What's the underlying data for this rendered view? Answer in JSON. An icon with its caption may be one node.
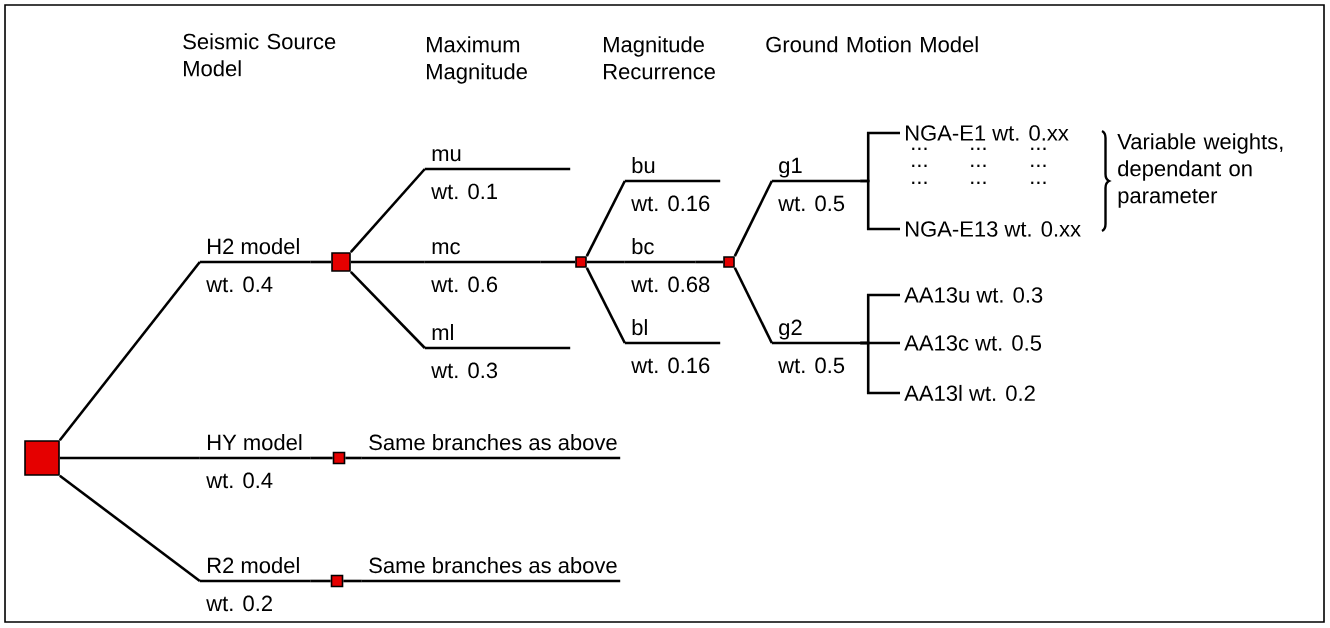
{
  "diagram": {
    "nodes": [
      {
        "text": [],
        "shape": "box"
      },
      {
        "text": [
          "H2 model",
          "wt. 0.4"
        ]
      },
      {
        "text": [
          "HY model",
          "wt. 0.4"
        ]
      },
      {
        "text": [
          "R2 model",
          "wt. 0.2"
        ]
      },
      {
        "text": [],
        "shape": "box"
      },
      {
        "text": [],
        "shape": "box"
      },
      {
        "text": [],
        "shape": "box"
      },
      {
        "text": [
          "mu",
          "wt. 0.1"
        ]
      },
      {
        "text": [
          "mc",
          "wt. 0.6"
        ]
      },
      {
        "text": [
          "ml",
          "wt. 0.3"
        ]
      },
      {
        "text": [],
        "shape": "box"
      },
      {
        "text": [
          "bu",
          "wt. 0.16"
        ]
      },
      {
        "text": [
          "bc",
          "wt. 0.68"
        ]
      },
      {
        "text": [
          "bl",
          "wt. 0.16"
        ]
      },
      {
        "text": [],
        "shape": "box"
      },
      {
        "text": [
          "g1",
          "wt. 0.5"
        ]
      },
      {
        "text": [
          "g2",
          "wt. 0.5"
        ]
      },
      {
        "text": [
          "NGA-E1 wt. 0.xx"
        ]
      },
      {
        "text": [
          "NGA-E13 wt. 0.xx"
        ]
      },
      {
        "text": [
          "AA13u wt. 0.3"
        ]
      },
      {
        "text": [
          "AA13c wt. 0.5"
        ]
      },
      {
        "text": [
          "AA13l wt. 0.2"
        ]
      },
      {
        "text": [
          "Same branches as above"
        ]
      },
      {
        "text": [
          "Same branches as above"
        ]
      }
    ],
    "edges": [
      {
        "from": 0,
        "to": 1,
        "arrow": "none"
      },
      {
        "from": 0,
        "to": 2,
        "arrow": "none"
      },
      {
        "from": 0,
        "to": 3,
        "arrow": "none"
      },
      {
        "from": 1,
        "to": 4,
        "arrow": "none"
      },
      {
        "from": 2,
        "to": 5,
        "arrow": "none"
      },
      {
        "from": 3,
        "to": 6,
        "arrow": "none"
      },
      {
        "from": 4,
        "to": 7,
        "arrow": "none"
      },
      {
        "from": 4,
        "to": 8,
        "arrow": "none"
      },
      {
        "from": 4,
        "to": 9,
        "arrow": "none"
      },
      {
        "from": 8,
        "to": 10,
        "arrow": "none"
      },
      {
        "from": 10,
        "to": 11,
        "arrow": "none"
      },
      {
        "from": 10,
        "to": 12,
        "arrow": "none"
      },
      {
        "from": 10,
        "to": 13,
        "arrow": "none"
      },
      {
        "from": 12,
        "to": 14,
        "arrow": "none"
      },
      {
        "from": 14,
        "to": 15,
        "arrow": "none"
      },
      {
        "from": 14,
        "to": 16,
        "arrow": "none"
      },
      {
        "from": 15,
        "to": 17,
        "arrow": "none"
      },
      {
        "from": 15,
        "to": 18,
        "arrow": "none"
      },
      {
        "from": 16,
        "to": 19,
        "arrow": "none"
      },
      {
        "from": 16,
        "to": 20,
        "arrow": "none"
      },
      {
        "from": 16,
        "to": 21,
        "arrow": "none"
      },
      {
        "from": 5,
        "to": 22,
        "arrow": "none"
      },
      {
        "from": 6,
        "to": 23,
        "arrow": "none"
      }
    ],
    "labels": [
      "Seismic Source Model",
      "Maximum Magnitude",
      "Magnitude Recurrence",
      "Ground Motion Model",
      "...",
      "...",
      "...",
      "...",
      "...",
      "...",
      "...",
      "...",
      "...",
      "Variable weights, dependant on parameter"
    ]
  }
}
